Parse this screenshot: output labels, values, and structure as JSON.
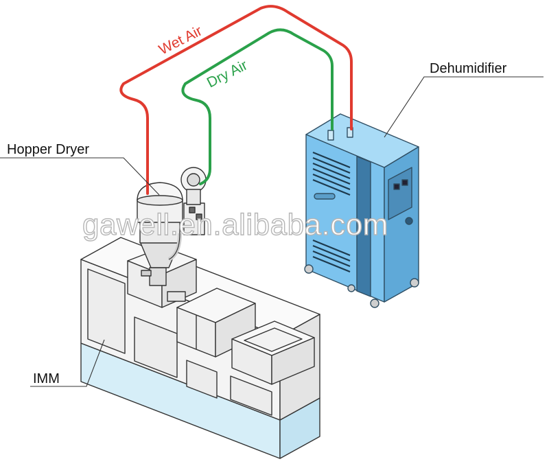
{
  "labels": {
    "wet_air": "Wet Air",
    "dry_air": "Dry Air",
    "dehumidifier": "Dehumidifier",
    "hopper_dryer": "Hopper Dryer",
    "imm": "IMM"
  },
  "watermark": "gawell.en.alibaba.com",
  "colors": {
    "wet_air": "#e03a2f",
    "dry_air": "#2aa14a",
    "dehumidifier_body": "#7cc3ee",
    "imm_base": "#d6eef8"
  }
}
